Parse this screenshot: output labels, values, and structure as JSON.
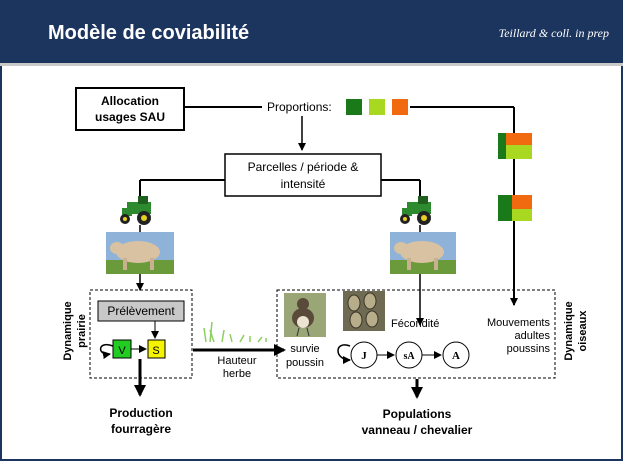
{
  "header": {
    "title": "Modèle de coviabilité",
    "credit": "Teillard & coll. in prep"
  },
  "colors": {
    "header_bg": "#1c355e",
    "dark_green": "#1a7a1a",
    "light_green": "#a8d820",
    "orange": "#f26a10",
    "v_box": "#22cc22",
    "s_box": "#f4f400",
    "prelevement_bg": "#c8c8c8"
  },
  "diagram": {
    "allocation_line1": "Allocation",
    "allocation_line2": "usages SAU",
    "proportions": "Proportions:",
    "parcelles_line1": "Parcelles / période &",
    "parcelles_line2": "intensité",
    "dynamique_prairie_line1": "Dynamique",
    "dynamique_prairie_line2": "prairie",
    "prelevement": "Prélèvement",
    "v": "V",
    "s": "S",
    "hauteur_line1": "Hauteur",
    "hauteur_line2": "herbe",
    "survie_line1": "survie",
    "survie_line2": "poussin",
    "fecondite": "Fécondité",
    "node_j": "J",
    "node_sa": "sA",
    "node_a": "A",
    "mouvements_line1": "Mouvements",
    "mouvements_line2": "adultes",
    "mouvements_line3": "poussins",
    "dynamique_oiseaux_line1": "Dynamique",
    "dynamique_oiseaux_line2": "oiseaux",
    "production_line1": "Production",
    "production_line2": "fourragère",
    "populations_line1": "Populations",
    "populations_line2": "vanneau / chevalier"
  }
}
